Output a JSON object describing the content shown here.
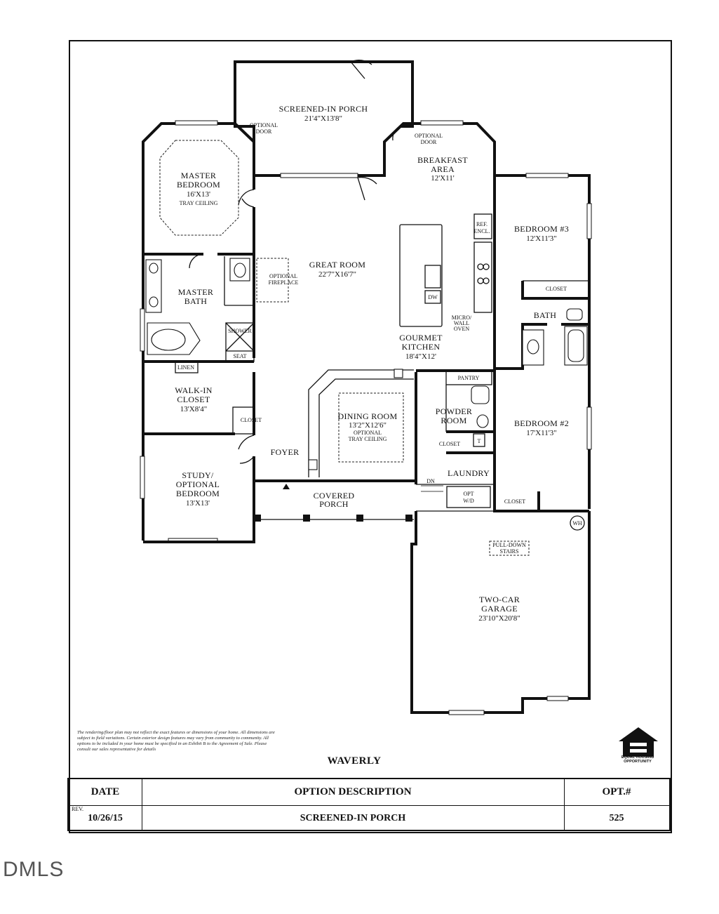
{
  "plan": {
    "name": "WAVERLY",
    "rooms": {
      "screened_porch": {
        "name": "SCREENED-IN PORCH",
        "dims": "21'4\"X13'8\""
      },
      "optional_door_left": {
        "line1": "OPTIONAL",
        "line2": "DOOR"
      },
      "optional_door_right": {
        "line1": "OPTIONAL",
        "line2": "DOOR"
      },
      "breakfast": {
        "line1": "BREAKFAST",
        "line2": "AREA",
        "dims": "12'X11'"
      },
      "master_bedroom": {
        "line1": "MASTER",
        "line2": "BEDROOM",
        "dims": "16'X13'",
        "note": "TRAY CEILING"
      },
      "great_room": {
        "name": "GREAT ROOM",
        "dims": "22'7\"X16'7\""
      },
      "optional_fireplace": {
        "line1": "OPTIONAL",
        "line2": "FIREPLACE"
      },
      "ref_encl": {
        "line1": "REF.",
        "line2": "ENCL."
      },
      "bedroom3": {
        "name": "BEDROOM #3",
        "dims": "12'X11'3\""
      },
      "closet_b3": "CLOSET",
      "bath": "BATH",
      "master_bath": {
        "line1": "MASTER",
        "line2": "BATH"
      },
      "shower": "SHOWER",
      "seat": "SEAT",
      "dw": "DW",
      "micro": {
        "line1": "MICRO/",
        "line2": "WALL",
        "line3": "OVEN"
      },
      "kitchen": {
        "line1": "GOURMET",
        "line2": "KITCHEN",
        "dims": "18'4\"X12'"
      },
      "linen": "LINEN",
      "walkin": {
        "line1": "WALK-IN",
        "line2": "CLOSET",
        "dims": "13'X8'4\""
      },
      "pantry": "PANTRY",
      "dining": {
        "name": "DINING ROOM",
        "dims": "13'2\"X12'6\"",
        "note1": "OPTIONAL",
        "note2": "TRAY CEILING"
      },
      "powder": {
        "line1": "POWDER",
        "line2": "ROOM"
      },
      "closet_foyer": "CLOSET",
      "closet_laundry": "CLOSET",
      "t": "T",
      "bedroom2": {
        "name": "BEDROOM #2",
        "dims": "17'X11'3\""
      },
      "foyer": "FOYER",
      "laundry": "LAUNDRY",
      "study": {
        "line1": "STUDY/",
        "line2": "OPTIONAL",
        "line3": "BEDROOM",
        "dims": "13'X13'"
      },
      "dn": "DN",
      "opt_wd": {
        "line1": "OPT",
        "line2": "W/D"
      },
      "closet_b2": "CLOSET",
      "covered_porch": {
        "line1": "COVERED",
        "line2": "PORCH"
      },
      "wh": "WH",
      "pulldown": {
        "line1": "PULL-DOWN",
        "line2": "STAIRS"
      },
      "garage": {
        "line1": "TWO-CAR",
        "line2": "GARAGE",
        "dims": "23'10\"X20'8\""
      }
    }
  },
  "disclaimer": "The rendering/floor plan may not reflect the exact features or dimensions of your home. All dimensions are subject to field variations. Certain exterior design features may vary from community to community. All options to be included in your home must be specified in an Exhibit B to the Agreement of Sale. Please consult our sales representative for details",
  "eho_label": "EQUAL HOUSING OPPORTUNITY",
  "title_block": {
    "headers": {
      "date": "DATE",
      "option_description": "OPTION DESCRIPTION",
      "opt_no": "OPT.#"
    },
    "rev_label": "REV.",
    "date": "10/26/15",
    "description": "SCREENED-IN PORCH",
    "opt_no": "525"
  },
  "watermark": "DMLS"
}
